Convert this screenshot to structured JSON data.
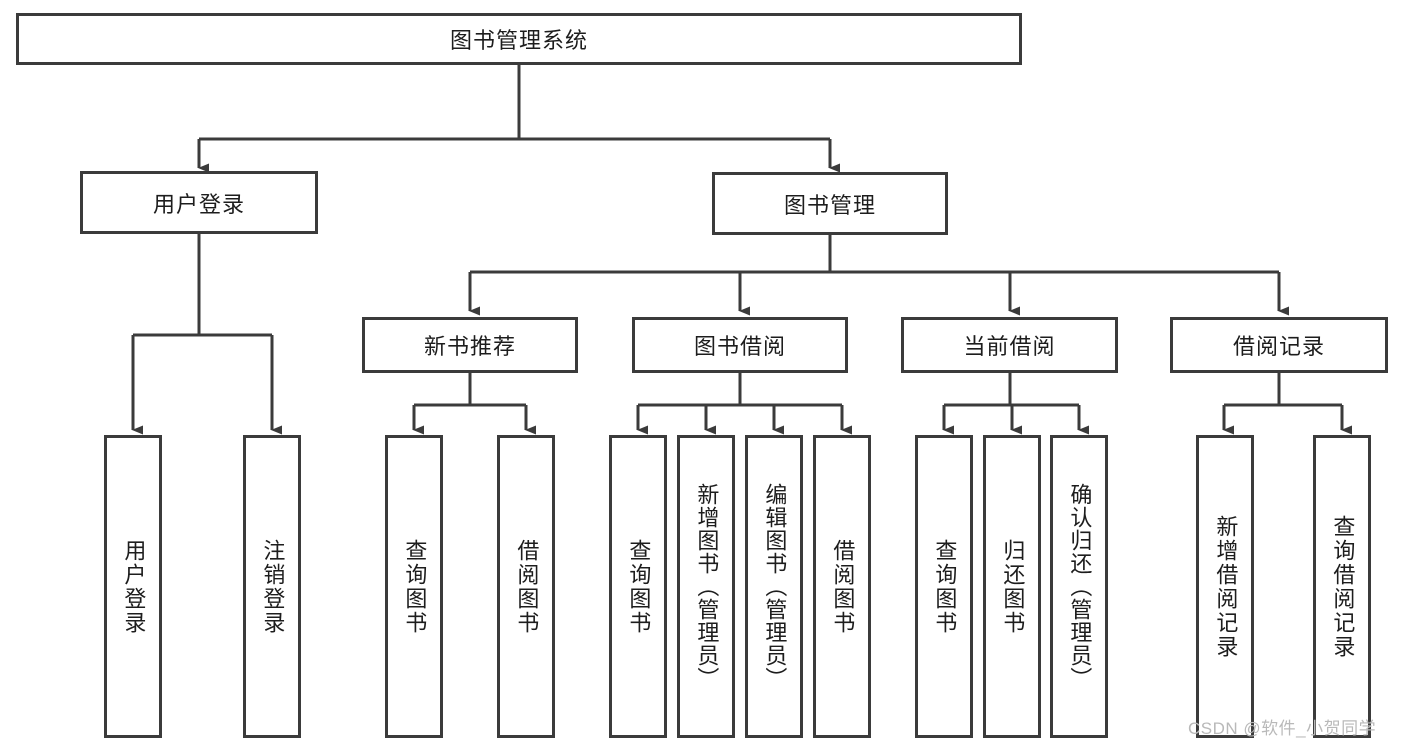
{
  "diagram": {
    "title": "图书管理系统",
    "type": "hierarchy-tree",
    "watermark": "CSDN @软件_小贺同学",
    "colors": {
      "border": "#3b3b3b",
      "text": "#1d1d1d",
      "background": "#ffffff",
      "watermark": "#b9b9b9"
    },
    "levels": {
      "root": {
        "label": "图书管理系统"
      },
      "level2": [
        {
          "label": "用户登录"
        },
        {
          "label": "图书管理"
        }
      ],
      "level3": [
        {
          "label": "新书推荐"
        },
        {
          "label": "图书借阅"
        },
        {
          "label": "当前借阅"
        },
        {
          "label": "借阅记录"
        }
      ],
      "leaves": {
        "user_login": [
          {
            "label": "用户登录"
          },
          {
            "label": "注销登录"
          }
        ],
        "new_book_recommend": [
          {
            "label": "查询图书"
          },
          {
            "label": "借阅图书"
          }
        ],
        "book_borrow": [
          {
            "label": "查询图书"
          },
          {
            "label": "新增图书（管理员）"
          },
          {
            "label": "编辑图书（管理员）"
          },
          {
            "label": "借阅图书"
          }
        ],
        "current_borrow": [
          {
            "label": "查询图书"
          },
          {
            "label": "归还图书"
          },
          {
            "label": "确认归还（管理员）"
          }
        ],
        "borrow_record": [
          {
            "label": "新增借阅记录"
          },
          {
            "label": "查询借阅记录"
          }
        ]
      }
    }
  }
}
